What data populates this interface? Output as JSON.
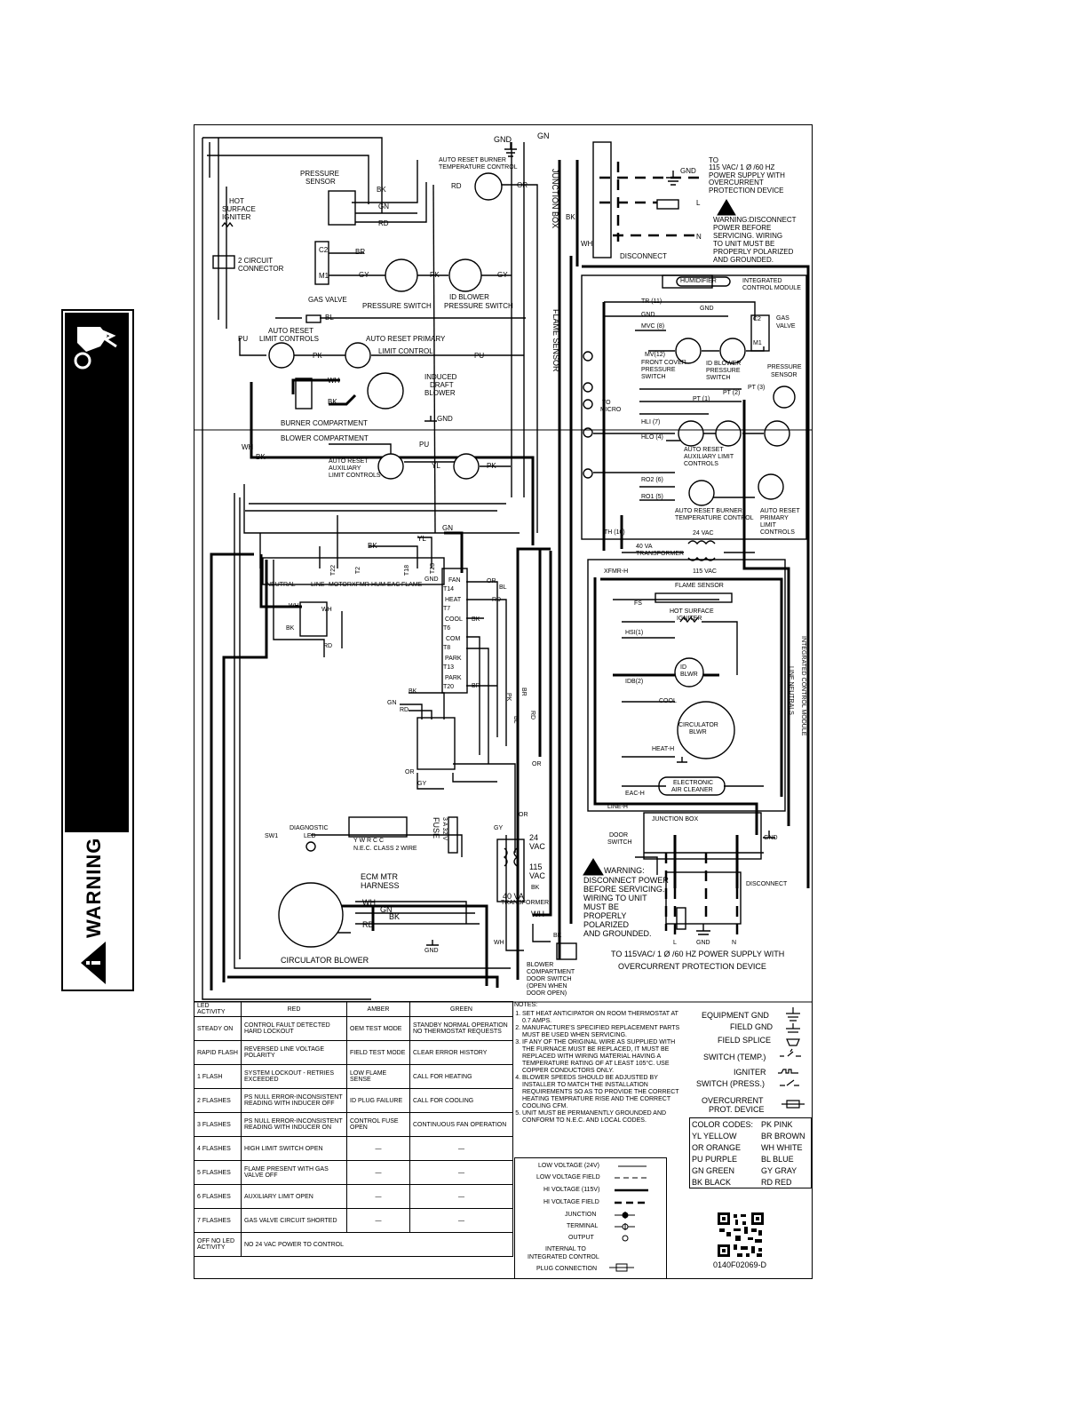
{
  "warning_strip": {
    "label": "WARNING"
  },
  "labels": {
    "gnd_top": "GND",
    "gn_top": "GN",
    "auto_reset_burner": "AUTO RESET BURNER",
    "temp_control": "TEMPERATURE CONTROL",
    "rd": "RD",
    "or": "OR",
    "junction_box": "JUNCTION BOX",
    "to_supply_1": "TO",
    "to_supply_2": "115 VAC/ 1 Ø /60 HZ",
    "to_supply_3": "POWER SUPPLY WITH",
    "to_supply_4": "OVERCURRENT",
    "to_supply_5": "PROTECTION DEVICE",
    "gnd": "GND",
    "l": "L",
    "n": "N",
    "bk": "BK",
    "wh": "WH",
    "gn": "GN",
    "pk": "PK",
    "gy": "GY",
    "pu": "PU",
    "bl": "BL",
    "yl": "YL",
    "br": "BR",
    "warn_top_1": "WARNING:DISCONNECT",
    "warn_top_2": "POWER BEFORE",
    "warn_top_3": "SERVICING. WIRING",
    "warn_top_4": "TO UNIT MUST BE",
    "warn_top_5": "PROPERLY POLARIZED",
    "warn_top_6": "AND GROUNDED.",
    "disconnect": "DISCONNECT",
    "pressure_sensor_1": "PRESSURE",
    "pressure_sensor_2": "SENSOR",
    "hot_surface_1": "HOT",
    "hot_surface_2": "SURFACE",
    "hot_surface_3": "IGNITER",
    "two_circuit_1": "2 CIRCUIT",
    "two_circuit_2": "CONNECTOR",
    "c2": "C2",
    "m1": "M1",
    "gas_valve": "GAS VALVE",
    "pressure_switch": "PRESSURE SWITCH",
    "id_blower_ps_1": "ID BLOWER",
    "id_blower_ps_2": "PRESSURE SWITCH",
    "auto_reset_limit_1": "AUTO RESET",
    "auto_reset_limit_2": "LIMIT CONTROLS",
    "auto_reset_primary_1": "AUTO RESET PRIMARY",
    "auto_reset_primary_2": "LIMIT CONTROL",
    "induced_1": "INDUCED",
    "induced_2": "DRAFT",
    "induced_3": "BLOWER",
    "burner_compartment": "BURNER COMPARTMENT",
    "blower_compartment": "BLOWER COMPARTMENT",
    "aux_limit_1": "AUTO RESET",
    "aux_limit_2": "AUXILIARY",
    "aux_limit_3": "LIMIT CONTROLS",
    "flame_sensor": "FLAME SENSOR",
    "humidifier": "HUMIDIFIER",
    "icm_1": "INTEGRATED",
    "icm_2": "CONTROL MODULE",
    "tr11": "TR (11)",
    "gnd_r": "GND",
    "mvc8": "MVC (8)",
    "mv12": "MV(12)",
    "front_cover_1": "FRONT COVER",
    "front_cover_2": "PRESSURE",
    "front_cover_3": "SWITCH",
    "id_blower_r_1": "ID BLOWER",
    "id_blower_r_2": "PRESSURE",
    "id_blower_r_3": "SWITCH",
    "gas_valve_r_1": "GAS",
    "gas_valve_r_2": "VALVE",
    "pressure_sensor_r_1": "PRESSURE",
    "pressure_sensor_r_2": "SENSOR",
    "pt3": "PT (3)",
    "pt2": "PT (2)",
    "pt1": "PT (1)",
    "to_micro_1": "TO",
    "to_micro_2": "MICRO",
    "hli7": "HLI (7)",
    "hlo4": "HLO (4)",
    "aux_limit_r_1": "AUTO RESET",
    "aux_limit_r_2": "AUXILIARY LIMIT",
    "aux_limit_r_3": "CONTROLS",
    "ro2_6": "RO2 (6)",
    "ro1_5": "RO1 (5)",
    "burner_temp_r_1": "AUTO RESET BURNER",
    "burner_temp_r_2": "TEMPERATURE CONTROL",
    "primary_r_1": "AUTO RESET",
    "primary_r_2": "PRIMARY",
    "primary_r_3": "LIMIT",
    "primary_r_4": "CONTROLS",
    "th10": "TH (10)",
    "vac24": "24 VAC",
    "va40_1": "40 VA",
    "va40_2": "TRANSFORMER",
    "vac115": "115 VAC",
    "xfmr_h": "XFMR-H",
    "flame_sensor_r": "FLAME SENSOR",
    "fs": "FS",
    "hsi_1": "HOT SURFACE",
    "hsi_2": "IGNITER",
    "hsi1": "HSI(1)",
    "id_blwr_1": "ID",
    "id_blwr_2": "BLWR",
    "idb2": "IDB(2)",
    "cool": "COOL",
    "heat_h": "HEAT-H",
    "circ_blwr_1": "CIRCULATOR",
    "circ_blwr_2": "BLWR",
    "eac_1": "ELECTRONIC",
    "eac_2": "AIR CLEANER",
    "eac_h": "EAC-H",
    "line_h": "LINE-H",
    "icm_vert": "INTEGRATED CONTROL MODULE",
    "line_neutrals": "LINE NEUTRALS",
    "junction_box_r": "JUNCTION BOX",
    "door_switch_1": "DOOR",
    "door_switch_2": "SWITCH",
    "warn_mid_1": "WARNING:",
    "warn_mid_2": "DISCONNECT POWER",
    "warn_mid_3": "BEFORE SERVICING.",
    "warn_mid_4": "WIRING TO UNIT",
    "warn_mid_5": "MUST BE",
    "warn_mid_6": "PROPERLY",
    "warn_mid_7": "POLARIZED",
    "warn_mid_8": "AND GROUNDED.",
    "disconnect_r": "DISCONNECT",
    "power_supply_bottom_1": "TO 115VAC/ 1 Ø /60 HZ POWER SUPPLY WITH",
    "power_supply_bottom_2": "OVERCURRENT PROTECTION DEVICE",
    "board_neutral": "NEUTRAL",
    "board_line": "LINE",
    "board_motor": "MOTOR",
    "board_xfmr": "XFMR",
    "board_hum": "HUM",
    "board_eac": "EAC",
    "board_flame": "FLAME",
    "t22": "T22",
    "t2": "T2",
    "t18": "T18",
    "t23": "T23",
    "fan": "FAN",
    "t14": "T14",
    "heat": "HEAT",
    "t7": "T7",
    "cool_b": "COOL",
    "t6": "T6",
    "com": "COM",
    "t8": "T8",
    "park": "PARK",
    "t13": "T13",
    "park2": "PARK",
    "t20": "T20",
    "diagnostic_1": "DIAGNOSTIC",
    "diagnostic_2": "LED",
    "sw1": "SW1",
    "ywrcc": "Y  W  R  C  C",
    "nec": "N.E.C. CLASS 2 WIRE",
    "fuse": "FUSE",
    "fuse_rating": "3 A 32 V",
    "vac24_b": "24",
    "vac24_b2": "VAC",
    "vac115_b": "115",
    "vac115_b2": "VAC",
    "va40_b": "40 VA",
    "transformer_b": "TRANSFORMER",
    "ecm_1": "ECM MTR",
    "ecm_2": "HARNESS",
    "circulator_blower": "CIRCULATOR BLOWER",
    "bcds_1": "BLOWER",
    "bcds_2": "COMPARTMENT",
    "bcds_3": "DOOR SWITCH",
    "bcds_4": "(OPEN WHEN",
    "bcds_5": "DOOR OPEN)"
  },
  "led_table": {
    "headers": [
      "LED ACTIVITY",
      "RED",
      "AMBER",
      "GREEN"
    ],
    "rows": [
      [
        "STEADY ON",
        "CONTROL FAULT DETECTED HARD LOCKOUT",
        "OEM TEST MODE",
        "STANDBY NORMAL OPERATION NO THERMOSTAT REQUESTS"
      ],
      [
        "RAPID FLASH",
        "REVERSED LINE VOLTAGE POLARITY",
        "FIELD TEST MODE",
        "CLEAR ERROR HISTORY"
      ],
      [
        "1 FLASH",
        "SYSTEM LOCKOUT - RETRIES EXCEEDED",
        "LOW FLAME SENSE",
        "CALL FOR HEATING"
      ],
      [
        "2 FLASHES",
        "PS NULL ERROR-INCONSISTENT READING WITH INDUCER OFF",
        "ID PLUG FAILURE",
        "CALL FOR COOLING"
      ],
      [
        "3 FLASHES",
        "PS NULL ERROR-INCONSISTENT READING WITH INDUCER ON",
        "CONTROL FUSE OPEN",
        "CONTINUOUS FAN OPERATION"
      ],
      [
        "4 FLASHES",
        "HIGH LIMIT SWITCH OPEN",
        "—",
        "—"
      ],
      [
        "5 FLASHES",
        "FLAME PRESENT WITH GAS VALVE OFF",
        "—",
        "—"
      ],
      [
        "6 FLASHES",
        "AUXILIARY LIMIT OPEN",
        "—",
        "—"
      ],
      [
        "7 FLASHES",
        "GAS VALVE CIRCUIT SHORTED",
        "—",
        "—"
      ],
      [
        "OFF NO LED ACTIVITY",
        "NO 24 VAC POWER TO CONTROL",
        "",
        ""
      ]
    ]
  },
  "notes": {
    "title": "NOTES:",
    "items": [
      "SET HEAT ANTICIPATOR ON ROOM THERMOSTAT AT 0.7 AMPS.",
      "MANUFACTURE'S SPECIFIED REPLACEMENT PARTS MUST BE USED WHEN SERVICING.",
      "IF ANY OF THE ORIGINAL WIRE AS SUPPLIED WITH THE FURNACE MUST BE REPLACED, IT MUST BE REPLACED WITH WIRING MATERIAL HAVING A TEMPERATURE RATING OF AT LEAST 105°C. USE COPPER CONDUCTORS ONLY.",
      "BLOWER SPEEDS SHOULD BE ADJUSTED BY INSTALLER TO MATCH THE INSTALLATION REQUIREMENTS SO AS TO PROVIDE THE CORRECT HEATING TEMPRATURE RISE AND THE CORRECT COOLING CFM.",
      "UNIT MUST BE PERMANENTLY GROUNDED AND CONFORM TO N.E.C. AND LOCAL CODES."
    ]
  },
  "line_legend": [
    "LOW VOLTAGE (24V)",
    "LOW VOLTAGE FIELD",
    "HI VOLTAGE (115V)",
    "HI VOLTAGE FIELD",
    "JUNCTION",
    "TERMINAL",
    "OUTPUT",
    "INTERNAL TO",
    "INTEGRATED CONTROL",
    "PLUG CONNECTION"
  ],
  "symbols": [
    "EQUIPMENT GND",
    "FIELD GND",
    "FIELD SPLICE",
    "SWITCH (TEMP.)",
    "IGNITER",
    "SWITCH (PRESS.)",
    "OVERCURRENT",
    "PROT. DEVICE"
  ],
  "color_codes": {
    "title": "COLOR CODES:",
    "left": [
      "YL YELLOW",
      "OR ORANGE",
      "PU PURPLE",
      "GN GREEN",
      "BK BLACK"
    ],
    "right": [
      "PK PINK",
      "BR BROWN",
      "WH WHITE",
      "BL BLUE",
      "GY GRAY",
      "RD RED"
    ]
  },
  "part_number": "0140F02069-D"
}
